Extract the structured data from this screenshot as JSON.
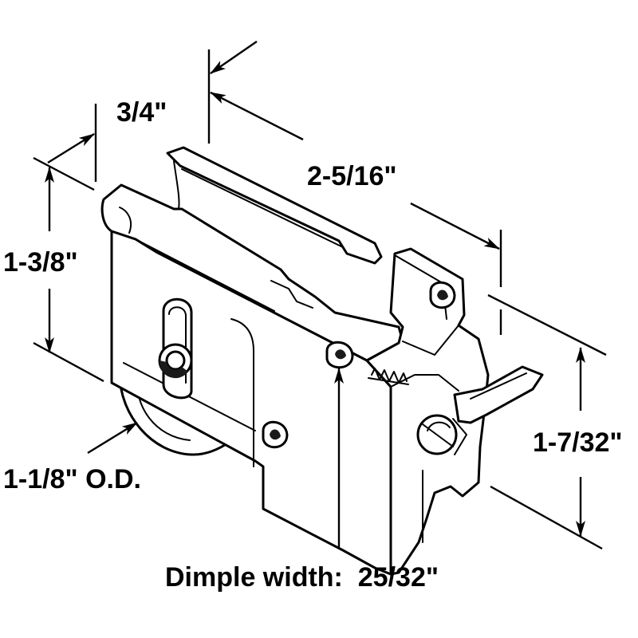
{
  "labels": {
    "width_top": "3/4\"",
    "length": "2-5/16\"",
    "height_left": "1-3/8\"",
    "height_right": "1-7/32\"",
    "wheel_od": "1-1/8\" O.D.",
    "dimple": "Dimple width:  25/32\""
  },
  "colors": {
    "line": "#000000",
    "background": "#ffffff"
  }
}
